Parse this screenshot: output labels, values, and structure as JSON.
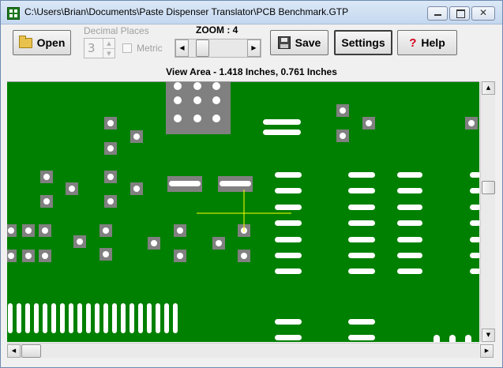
{
  "window": {
    "title": "C:\\Users\\Brian\\Documents\\Paste Dispenser Translator\\PCB Benchmark.GTP"
  },
  "toolbar": {
    "open_label": "Open",
    "save_label": "Save",
    "settings_label": "Settings",
    "help_label": "Help",
    "decimal_places_label": "Decimal Places",
    "decimal_places_value": "3",
    "metric_label": "Metric",
    "metric_checked": false,
    "zoom_label": "ZOOM : 4"
  },
  "status": {
    "view_area": "View Area - 1.418 Inches, 0.761 Inches"
  },
  "colors": {
    "board": "#008000",
    "pad_gray": "#808080",
    "paste_white": "#ffffff",
    "crosshair": "#ffff00"
  },
  "icons": {
    "open": "folder-icon",
    "save": "save-disk-icon",
    "help": "question-mark-icon",
    "app": "pcb-app-icon"
  }
}
